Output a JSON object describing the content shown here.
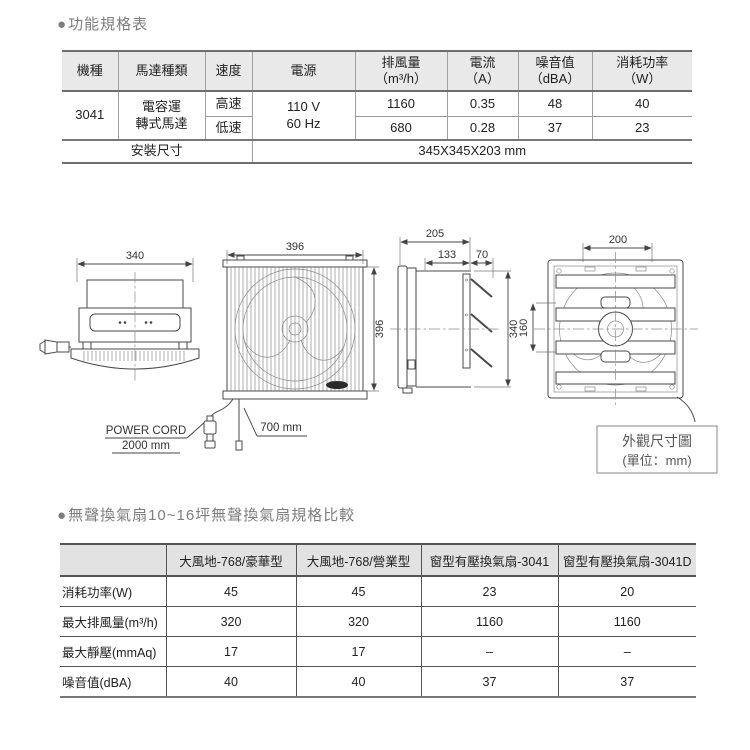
{
  "titles": {
    "bullet": "●",
    "section1": "功能規格表",
    "section2": "無聲換氣扇10~16坪無聲換氣扇規格比較"
  },
  "spec_table": {
    "headers": {
      "model": "機種",
      "motor": "馬達種類",
      "speed": "速度",
      "power": "電源",
      "airflow_l1": "排風量",
      "airflow_l2": "（m³/h）",
      "current_l1": "電流",
      "current_l2": "（A）",
      "noise_l1": "噪音值",
      "noise_l2": "（dBA）",
      "watt_l1": "消耗功率",
      "watt_l2": "（W）"
    },
    "model": "3041",
    "motor_l1": "電容運",
    "motor_l2": "轉式馬達",
    "power_l1": "110 V",
    "power_l2": "60 Hz",
    "rows": {
      "high": {
        "speed": "高速",
        "airflow": "1160",
        "current": "0.35",
        "noise": "48",
        "watt": "40"
      },
      "low": {
        "speed": "低速",
        "airflow": "680",
        "current": "0.28",
        "noise": "37",
        "watt": "23"
      }
    },
    "install": {
      "label": "安裝尺寸",
      "value": "345X345X203 mm"
    }
  },
  "diagram": {
    "top_view": {
      "dim_width": "340",
      "cord_l1": "POWER CORD",
      "cord_l2": "2000 mm"
    },
    "front_view": {
      "dim_width": "396",
      "dim_height": "396",
      "dim_cord": "700 mm"
    },
    "side_view": {
      "dim_depth": "205",
      "dim_body": "133",
      "dim_louver": "70",
      "dim_height": "340"
    },
    "rear_view": {
      "dim_pitch": "200",
      "dim_cutout": "160"
    },
    "caption_l1": "外觀尺寸圖",
    "caption_l2": "(單位：mm)"
  },
  "compare_table": {
    "products": [
      "大風地-768/豪華型",
      "大風地-768/營業型",
      "窗型有壓換氣扇-3041",
      "窗型有壓換氣扇-3041D"
    ],
    "rows": [
      {
        "label": "消耗功率(W)",
        "values": [
          "45",
          "45",
          "23",
          "20"
        ]
      },
      {
        "label": "最大排風量(m³/h)",
        "values": [
          "320",
          "320",
          "1160",
          "1160"
        ]
      },
      {
        "label": "最大靜壓(mmAq)",
        "values": [
          "17",
          "17",
          "–",
          "–"
        ]
      },
      {
        "label": "噪音值(dBA)",
        "values": [
          "40",
          "40",
          "37",
          "37"
        ]
      }
    ]
  }
}
